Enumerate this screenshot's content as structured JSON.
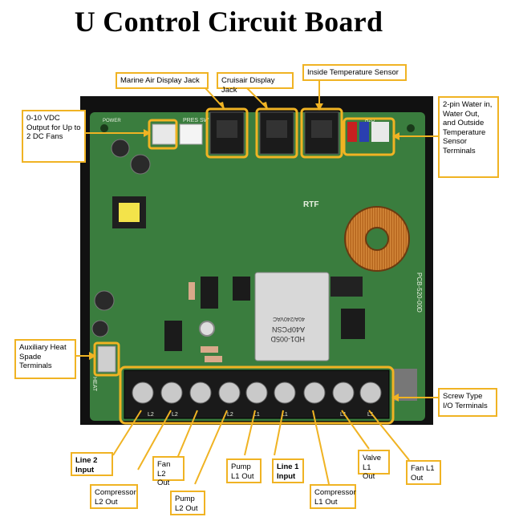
{
  "title": "U Control Circuit Board",
  "board": {
    "silkscreen_power": "POWER",
    "silkscreen_pres": "PRES SW",
    "silkscreen_rtf": "RTF",
    "silkscreen_h2o": "H2O",
    "silkscreen_model": "PCB-520-00D",
    "silkscreen_heat": "HEAT",
    "relay_line1": "HD1-005D",
    "relay_line2": "A40PCSN",
    "relay_line3": "40A/240VAC",
    "terminal_marks": [
      "L2",
      "L2",
      "",
      "L2",
      "L1",
      "L1",
      "",
      "L1",
      "L1"
    ]
  },
  "labels": {
    "fans": "0-10 VDC Output for Up to 2 DC Fans",
    "marine": "Marine Air Display Jack",
    "cruisair": "Cruisair Display Jack",
    "inside": "Inside Temperature Sensor",
    "water": "2-pin Water in, Water Out, and Outside Temperature Sensor Terminals",
    "aux": "Auxiliary Heat Spade Terminals",
    "screw": "Screw Type I/O Terminals",
    "line2": "Line 2 Input",
    "compL2": "Compressor L2 Out",
    "fanL2": "Fan L2 Out",
    "pumpL2": "Pump L2 Out",
    "pumpL1": "Pump L1 Out",
    "line1": "Line 1 Input",
    "compL1": "Compressor L1 Out",
    "valve": "Valve L1 Out",
    "fanL1": "Fan L1 Out"
  },
  "colors": {
    "callout": "#f0b323",
    "board_green": "#3a7d3e",
    "board_black": "#111111"
  }
}
